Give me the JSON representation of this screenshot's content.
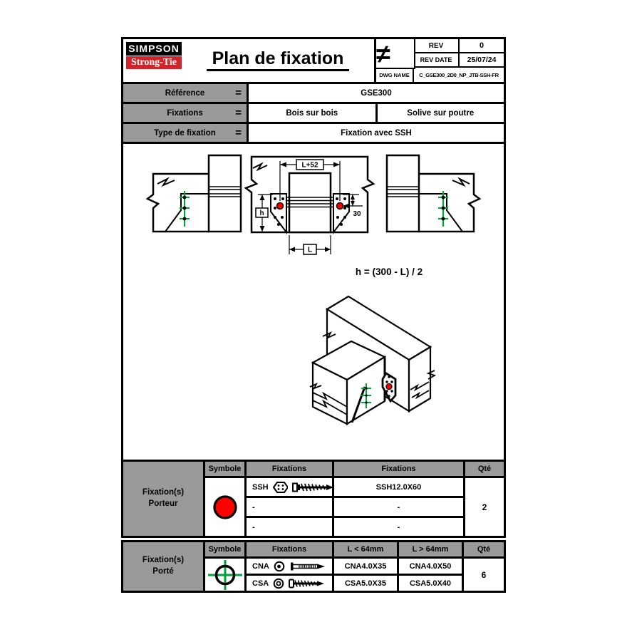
{
  "header": {
    "logo_line1": "SIMPSON",
    "logo_line2": "Strong-Tie",
    "title": "Plan de fixation",
    "symbol_not_equal": "≠",
    "rev_label": "REV",
    "rev_value": "0",
    "rev_date_label": "REV DATE",
    "rev_date_value": "25/07/24",
    "dwg_name_label": "DWG NAME",
    "dwg_name_value": "C_GSE300_2D0_NP_JTB-SSH-FR"
  },
  "reference_table": {
    "eq_symbol": "=",
    "reference_label": "Référence",
    "reference_value": "GSE300",
    "fixations_label": "Fixations",
    "fixations_value_left": "Bois sur bois",
    "fixations_value_right": "Solive sur poutre",
    "type_label": "Type de fixation",
    "type_value": "Fixation avec SSH"
  },
  "drawing": {
    "dim_top": "L+52",
    "dim_height": "h",
    "dim_offset": "30",
    "dim_bottom": "L",
    "formula": "h = (300 - L) / 2"
  },
  "porteur_table": {
    "row_label": "Fixation(s) Porteur",
    "col_symbole": "Symbole",
    "col_fixations_1": "Fixations",
    "col_fixations_2": "Fixations",
    "col_qty": "Qté",
    "symbol": "red-circle",
    "rows": [
      {
        "name": "SSH",
        "value": "SSH12.0X60"
      },
      {
        "name": "-",
        "value": "-"
      },
      {
        "name": "-",
        "value": "-"
      }
    ],
    "qty": "2"
  },
  "porte_table": {
    "row_label": "Fixation(s) Porté",
    "col_symbole": "Symbole",
    "col_fixations": "Fixations",
    "col_small": "L < 64mm",
    "col_large": "L > 64mm",
    "col_qty": "Qté",
    "symbol": "green-crosshair-circle",
    "rows": [
      {
        "name": "CNA",
        "value_small": "CNA4.0X35",
        "value_large": "CNA4.0X50"
      },
      {
        "name": "CSA",
        "value_small": "CSA5.0X35",
        "value_large": "CSA5.0X40"
      }
    ],
    "qty": "6"
  },
  "colors": {
    "logo_red": "#d2232a",
    "screw_red": "#ff0000",
    "nail_green": "#00a33c",
    "cell_gray": "#9a9a9a"
  }
}
